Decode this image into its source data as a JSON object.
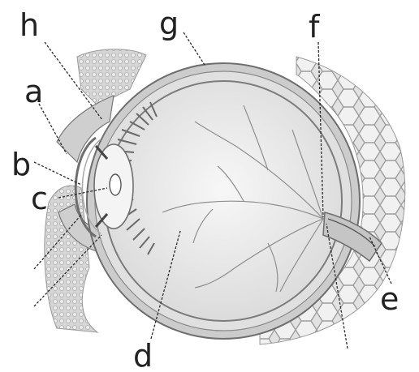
{
  "labels": {
    "a": "a",
    "b": "b",
    "c": "c",
    "d": "d",
    "e": "e",
    "f": "f",
    "g": "g",
    "h": "h"
  },
  "colors": {
    "ink": "#222222",
    "sclera": "#d8d8d8",
    "vitreous": "#eeeeee",
    "lens": "#f4f4f4",
    "vessel": "#9a9a9a",
    "tissue": "#bdbdbd"
  }
}
